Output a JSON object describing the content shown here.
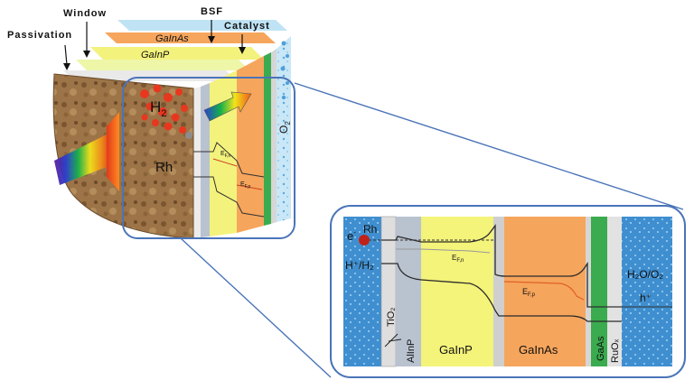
{
  "labels": {
    "passivation": "Passivation",
    "window": "Window",
    "bsf": "BSF",
    "catalyst": "Catalyst"
  },
  "cube": {
    "layer_top_1": "GaInAs",
    "layer_top_2": "GaInP",
    "h2_main": "H",
    "h2_sub": "2",
    "rh": "Rh",
    "o2_main": "O",
    "o2_sub": "2",
    "efn_main": "E",
    "efn_sub": "F,n",
    "efp_main": "E",
    "efp_sub": "F,p"
  },
  "inset": {
    "e_minus": "e",
    "e_sup": "-",
    "rh": "Rh",
    "h_plus_h2": "H⁺/H₂",
    "tio2": "TiO₂",
    "alinp": "AlInP",
    "gainp": "GaInP",
    "gainas": "GaInAs",
    "gaas": "GaAs",
    "ruox": "RuOₓ",
    "h2o_o2": "H₂O/O₂",
    "h_plus": "h⁺",
    "efn_main": "E",
    "efn_sub": "F,n",
    "efp_main": "E",
    "efp_sub": "F,p"
  },
  "colors": {
    "frame": "#4a74b8",
    "water": "#3d8ecf",
    "gainp": "#f4f37a",
    "gainas": "#f6a55c",
    "gaas": "#3aab4e",
    "alinp": "#b9c2cf",
    "tio2": "#dcdcdc",
    "soil": "#9a7248"
  }
}
